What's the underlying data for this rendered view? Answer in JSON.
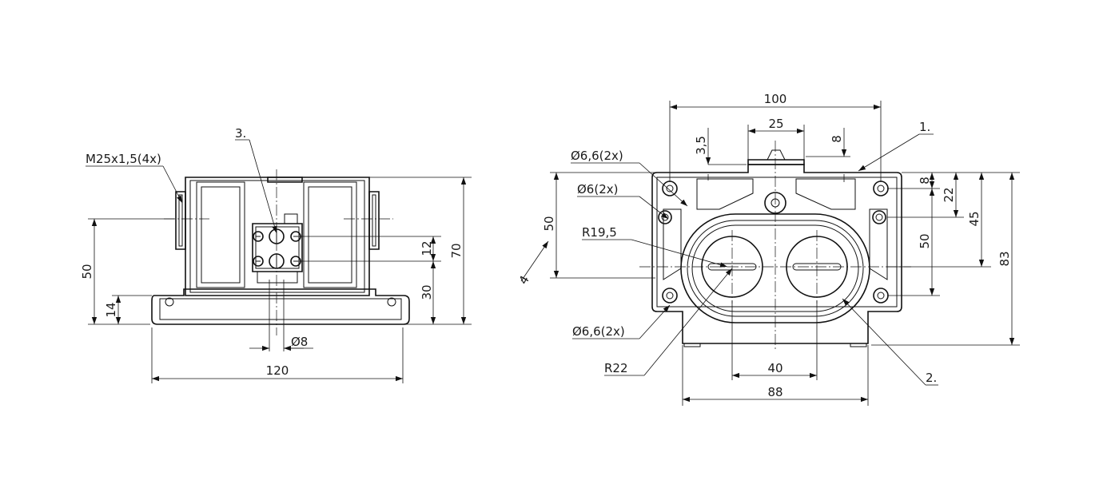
{
  "side_view": {
    "thread_label": "M25x1,5(4x)",
    "callout_3": "3.",
    "dim_width": "120",
    "dim_height_total": "70",
    "dim_height_axis": "50",
    "dim_base_thickness": "14",
    "dim_terminal_lower": "30",
    "dim_terminal_pitch": "12",
    "dim_pin_dia": "Ø8"
  },
  "front_view": {
    "dim_overall_width": "100",
    "dim_slot_width": "25",
    "dim_left_offset": "3,5",
    "dim_right_offset": "8",
    "dim_top_hole": "8",
    "dim_22": "22",
    "dim_45": "45",
    "dim_83": "83",
    "dim_50_right": "50",
    "dim_50_left": "50",
    "dim_40": "40",
    "dim_88": "88",
    "label_hole_top": "Ø6,6(2x)",
    "label_hole_mid": "Ø6(2x)",
    "label_radius_inner": "R19,5",
    "label_hole_bottom": "Ø6,6(2x)",
    "label_radius_outer": "R22",
    "callout_1": "1.",
    "callout_2": "2.",
    "callout_4": "4"
  }
}
